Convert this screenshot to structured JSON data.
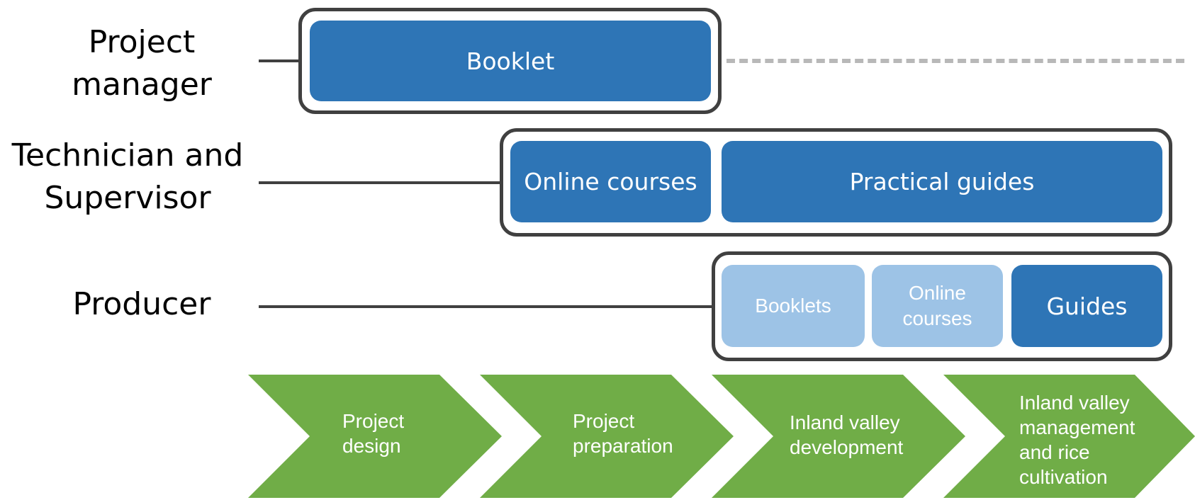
{
  "roles": {
    "manager": "Project\nmanager",
    "technician": "Technician and\nSupervisor",
    "producer": "Producer"
  },
  "tools": {
    "manager": [
      "Booklet"
    ],
    "technician": [
      "Online courses",
      "Practical guides"
    ],
    "producer": [
      "Booklets",
      "Online\ncourses",
      "Guides"
    ]
  },
  "stages": [
    "Project\ndesign",
    "Project\npreparation",
    "Inland valley\ndevelopment",
    "Inland valley\nmanagement\nand rice\ncultivation"
  ],
  "colors": {
    "dark_blue": "#2e75b6",
    "light_blue": "#9dc3e6",
    "green": "#70ad47",
    "frame": "#404040",
    "dashed_line": "#b8b8b8"
  }
}
